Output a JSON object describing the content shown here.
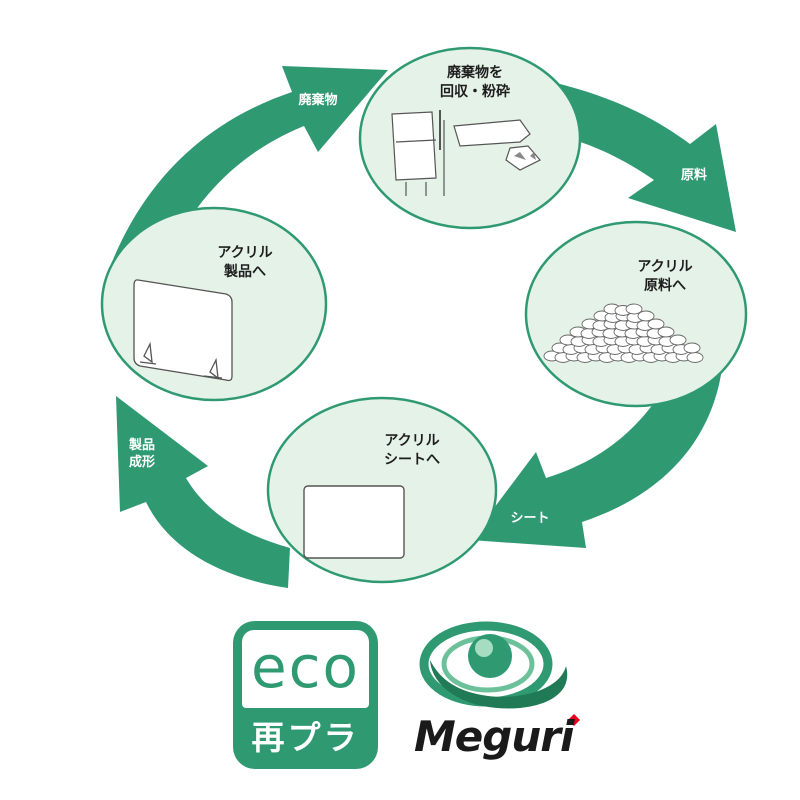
{
  "colors": {
    "arrow": "#2f9a72",
    "bubble_fill": "#e5f2e7",
    "bubble_stroke": "#2f9a72",
    "text": "#1d1d1d",
    "accent_red": "#e6001e"
  },
  "cycle": {
    "bubbles": [
      {
        "id": "collect",
        "title": "廃棄物を\n回収・粉砕",
        "icon": "crusher-icon"
      },
      {
        "id": "raw-material",
        "title": "アクリル\n原料へ",
        "icon": "pellets-icon"
      },
      {
        "id": "sheet",
        "title": "アクリル\nシートへ",
        "icon": "sheet-icon"
      },
      {
        "id": "product",
        "title": "アクリル\n製品へ",
        "icon": "partition-icon"
      }
    ],
    "arrows": [
      {
        "id": "waste",
        "label": "廃棄物"
      },
      {
        "id": "material",
        "label": "原料"
      },
      {
        "id": "sheet",
        "label": "シート"
      },
      {
        "id": "forming",
        "label": "製品\n成形"
      }
    ]
  },
  "logos": {
    "eco_badge": {
      "word": "eco",
      "subtitle": "再プラ"
    },
    "meguri": {
      "word": "Meguri"
    }
  }
}
